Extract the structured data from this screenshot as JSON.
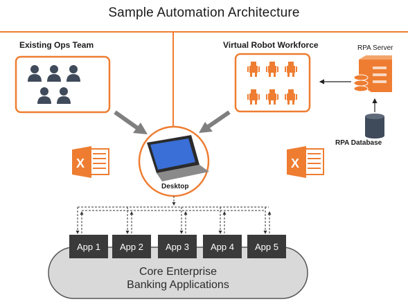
{
  "title": "Sample Automation Architecture",
  "ops_team": {
    "label": "Existing Ops Team",
    "icon": "people-icon"
  },
  "robot_workforce": {
    "label": "Virtual Robot Workforce",
    "icon": "robot-icon"
  },
  "rpa_server": {
    "label": "RPA Server",
    "icon": "server-icon"
  },
  "rpa_database": {
    "label": "RPA Database",
    "icon": "database-icon"
  },
  "desktop": {
    "label": "Desktop",
    "icon": "laptop-icon"
  },
  "apps": [
    {
      "label": "App 1"
    },
    {
      "label": "App 2"
    },
    {
      "label": "App 3"
    },
    {
      "label": "App 4"
    },
    {
      "label": "App 5"
    }
  ],
  "core": {
    "line1": "Core Enterprise",
    "line2": "Banking Applications"
  },
  "excel_icon": "excel-icon",
  "colors": {
    "accent": "#ee7d31",
    "icon_dark": "#3f4a5a",
    "arrow_gray": "#7f7f7f",
    "app_box": "#3a3a3a",
    "core_fill": "#d9d9d9"
  }
}
